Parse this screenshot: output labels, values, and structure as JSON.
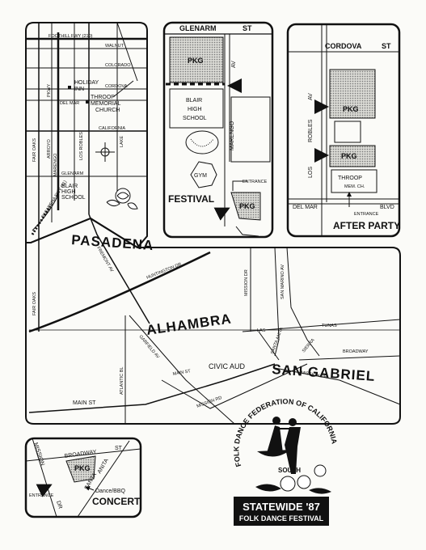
{
  "main_map": {
    "city_pasadena": "PASADENA",
    "city_alhambra": "ALHAMBRA",
    "city_san_gabriel": "SAN GABRIEL",
    "civic_aud": "CIVIC AUD",
    "streets": {
      "foothill": "FOOTHILL",
      "fwy210": "FWY (210)",
      "walnut": "WALNUT",
      "colorado": "COLORADO",
      "cordova": "CORDOVA",
      "del_mar": "DEL MAR",
      "california": "CALIFORNIA",
      "lake": "LAKE",
      "glenarm": "GLENARM",
      "pasadena_fwy": "PASADENA FWY (11)",
      "marengo": "MARENGO",
      "fair_oaks": "FAIR OAKS",
      "arroyo": "ARROYO",
      "los_robles": "LOS ROBLES",
      "pkwy": "PKWY",
      "sierra_madre": "SAN MARINO AV",
      "huntington": "HUNTINGTON DR",
      "fremont": "FREMONT AV",
      "atlantic": "ATLANTIC BL",
      "garfield": "GARFIELD AV",
      "mission_dr": "MISSION DR",
      "main_st_w": "MAIN ST",
      "main_st": "MAIN ST",
      "mission_rd": "MISSION RD",
      "mission_dr_e": "MISSION DR",
      "las_tunas": "LAS",
      "tunas": "TUNAS",
      "broadway": "BROADWAY",
      "santa_anita": "SANTA ANITA",
      "sierra": "SIERRA",
      "fair_oaks_s": "FAIR OAKS"
    },
    "landmarks": {
      "holiday_inn_1": "HOLIDAY",
      "holiday_inn_2": "INN",
      "throop_1": "THROOP",
      "throop_2": "MEMORIAL",
      "throop_3": "CHURCH",
      "blair_1": "BLAIR",
      "blair_2": "HIGH",
      "blair_3": "SCHOOL"
    }
  },
  "festival_inset": {
    "title": "FESTIVAL",
    "glenarm": "GLENARM",
    "st": "ST",
    "av": "AV",
    "pkg_top": "PKG",
    "blair": "BLAIR",
    "high": "HIGH",
    "school": "SCHOOL",
    "marengo": "MARENGO",
    "gym": "GYM",
    "entrance": "ENTRANCE",
    "pkg_bottom": "PKG"
  },
  "after_party_inset": {
    "title": "AFTER PARTY",
    "cordova": "CORDOVA",
    "st": "ST",
    "av": "AV",
    "robles": "ROBLES",
    "los": "LOS",
    "pkg_1": "PKG",
    "pkg_2": "PKG",
    "throop": "THROOP",
    "mem_ch": "MEM. CH.",
    "del_mar": "DEL MAR",
    "blvd": "BLVD",
    "entrance": "ENTRANCE"
  },
  "concert_inset": {
    "title": "CONCERT",
    "broadway": "BROADWAY",
    "mission": "MISSION",
    "st": "ST",
    "pkg": "PKG",
    "santa": "SANTA",
    "anita": "ANITA",
    "dr": "DR",
    "entrance": "ENTRANCE",
    "dance_bbq": "Dance/BBQ"
  },
  "logo": {
    "arc_text": "FOLK DANCE FEDERATION OF CALIFORNIA",
    "south": "SOUTH",
    "event_1": "STATEWIDE '87",
    "event_2": "FOLK DANCE FESTIVAL"
  }
}
